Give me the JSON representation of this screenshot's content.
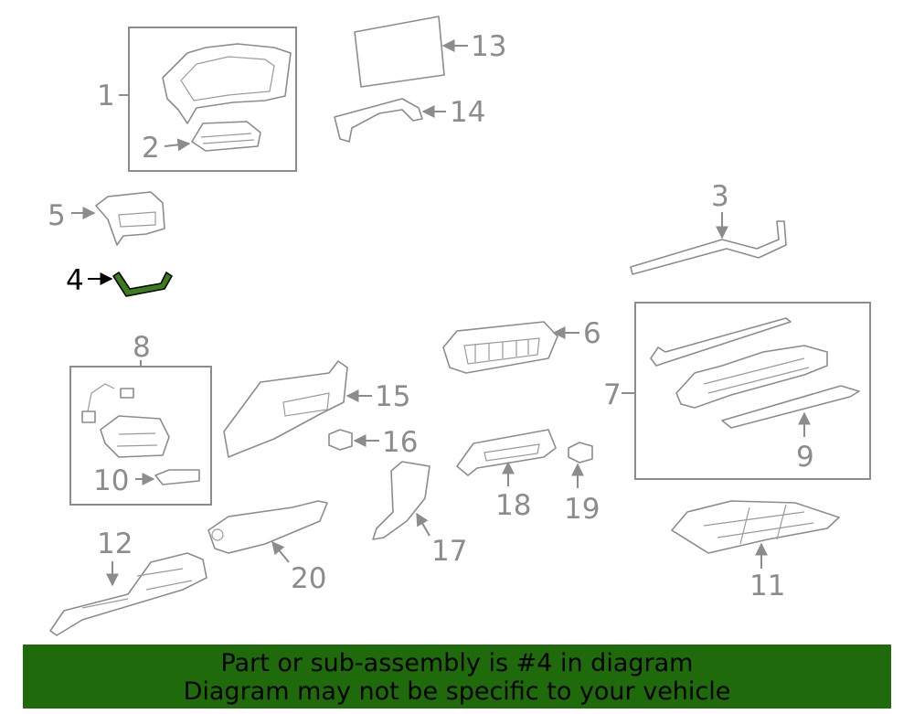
{
  "highlight_color": "#3a7d1a",
  "banner_color": "#1f6a0a",
  "callouts": {
    "c1": "1",
    "c2": "2",
    "c3": "3",
    "c4": "4",
    "c5": "5",
    "c6": "6",
    "c7": "7",
    "c8": "8",
    "c9": "9",
    "c10": "10",
    "c11": "11",
    "c12": "12",
    "c13": "13",
    "c14": "14",
    "c15": "15",
    "c16": "16",
    "c17": "17",
    "c18": "18",
    "c19": "19",
    "c20": "20"
  },
  "banner": {
    "line1": "Part or sub-assembly is #4 in diagram",
    "line2": "Diagram may not be specific to your vehicle"
  }
}
